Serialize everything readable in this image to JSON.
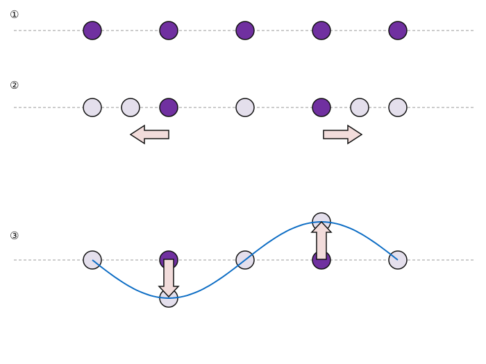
{
  "steps": [
    {
      "label": "①",
      "particles": [
        "dark",
        "dark",
        "dark",
        "dark",
        "dark"
      ]
    },
    {
      "label": "②",
      "particles": [
        "light",
        "light",
        "dark",
        "light",
        "dark",
        "light",
        "light"
      ]
    },
    {
      "label": "③",
      "particles": [
        "light",
        "dark",
        "light",
        "light",
        "light",
        "dark",
        "light"
      ]
    }
  ],
  "arrows": [
    {
      "step": 2,
      "direction": "left"
    },
    {
      "step": 2,
      "direction": "right"
    },
    {
      "step": 3,
      "direction": "down"
    },
    {
      "step": 3,
      "direction": "up"
    }
  ],
  "colors": {
    "particle_dark": "#7030a0",
    "particle_light": "#e4dfec",
    "particle_stroke": "#111111",
    "baseline": "#9a9a9a",
    "arrow_fill": "#f2dcdb",
    "arrow_stroke": "#111111",
    "wave": "#0b6cc4"
  }
}
